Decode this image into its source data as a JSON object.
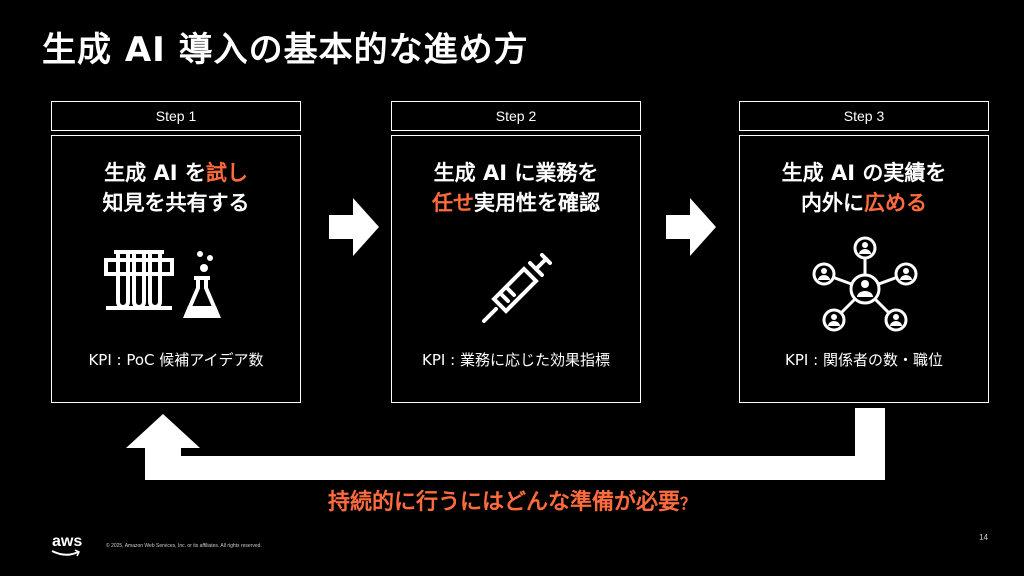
{
  "title": "生成 AI 導入の基本的な進め方",
  "steps": [
    {
      "label": "Step 1",
      "heading_line1_pre": "生成 AI を",
      "heading_line1_accent": "試し",
      "heading_line2": "知見を共有する",
      "icon": "lab-flask-icon",
      "kpi": "KPI : PoC 候補アイデア数"
    },
    {
      "label": "Step 2",
      "heading_line1": "生成 AI に業務を",
      "heading_line2_accent": "任せ",
      "heading_line2_post": "実用性を確認",
      "icon": "syringe-icon",
      "kpi": "KPI : 業務に応じた効果指標"
    },
    {
      "label": "Step 3",
      "heading_line1": "生成 AI の実績を",
      "heading_line2_pre": "内外に",
      "heading_line2_accent": "広める",
      "icon": "network-people-icon",
      "kpi": "KPI : 関係者の数・職位"
    }
  ],
  "question": {
    "text": "持続的に行うにはどんな準備が必要",
    "mark": "？"
  },
  "footer": {
    "logo": "aws",
    "copyright": "© 2025, Amazon Web Services, Inc. or its affiliates. All rights reserved.",
    "page_number": "14"
  },
  "colors": {
    "background": "#000000",
    "foreground": "#ffffff",
    "accent": "#ff6b3d"
  }
}
